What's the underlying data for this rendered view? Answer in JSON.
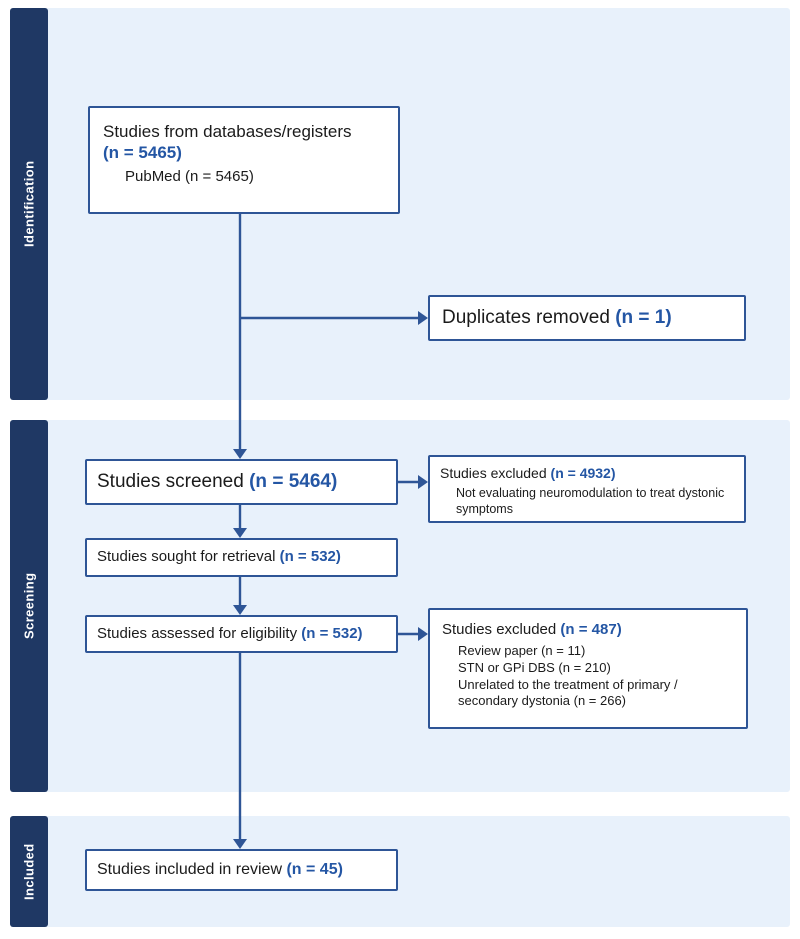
{
  "colors": {
    "sidebar": "#1f3864",
    "section_bg": "#e8f1fb",
    "box_border": "#2e5596",
    "accent_blue": "#2456a4",
    "arrow": "#2e5596",
    "text": "#1b1b1b"
  },
  "sections": {
    "identification": {
      "label": "Identification"
    },
    "screening": {
      "label": "Screening"
    },
    "included": {
      "label": "Included"
    }
  },
  "boxes": {
    "sources": {
      "text": "Studies from databases/registers",
      "n": "(n = 5465)",
      "sub": "PubMed (n = 5465)"
    },
    "duplicates": {
      "text": "Duplicates removed",
      "n": "(n = 1)"
    },
    "screened": {
      "text": "Studies screened",
      "n": "(n = 5464)"
    },
    "excluded_screening": {
      "text": "Studies excluded",
      "n": "(n = 4932)",
      "reasons": [
        "Not evaluating neuromodulation to treat dystonic symptoms"
      ]
    },
    "retrieval": {
      "text": "Studies sought for retrieval",
      "n": "(n = 532)"
    },
    "eligibility": {
      "text": "Studies assessed for eligibility",
      "n": "(n = 532)"
    },
    "excluded_eligibility": {
      "text": "Studies excluded",
      "n": "(n = 487)",
      "reasons": [
        "Review paper (n = 11)",
        "STN or GPi DBS (n = 210)",
        "Unrelated to the treatment of primary / secondary dystonia (n = 266)"
      ]
    },
    "included": {
      "text": "Studies included in review",
      "n": "(n = 45)"
    }
  }
}
